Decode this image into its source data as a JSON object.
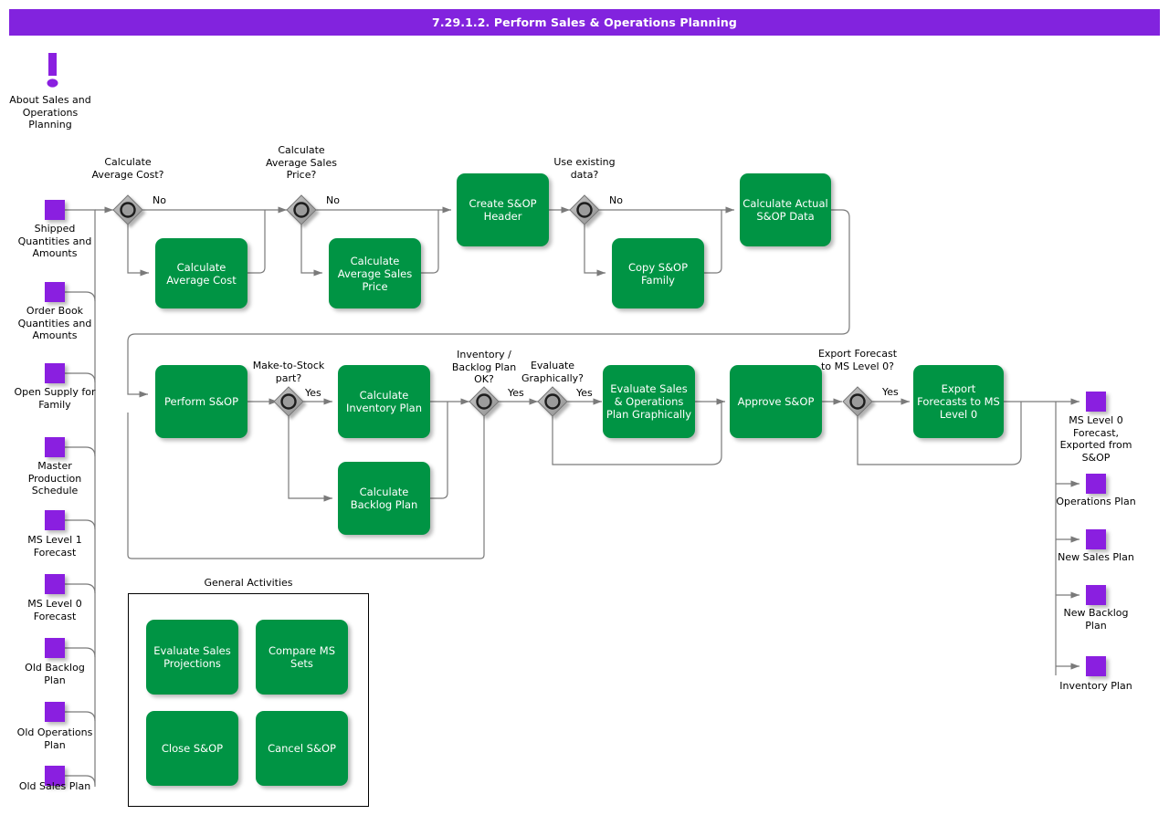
{
  "header": {
    "title": "7.29.1.2. Perform Sales & Operations Planning"
  },
  "colors": {
    "title_bar_purple": "#8223DE",
    "data_object_purple": "#8A1FE0",
    "task_green": "#009444",
    "gateway_gray": "#9B9B9B",
    "connector_gray": "#7A7A7A",
    "text_white": "#FFFFFF",
    "text_black": "#000000"
  },
  "note": {
    "icon": "exclamation-icon",
    "label": "About Sales and Operations Planning"
  },
  "inputs": [
    {
      "label": "Shipped Quantities and Amounts"
    },
    {
      "label": "Order Book Quantities and Amounts"
    },
    {
      "label": "Open Supply for Family"
    },
    {
      "label": "Master Production Schedule"
    },
    {
      "label": "MS Level 1 Forecast"
    },
    {
      "label": "MS Level 0 Forecast"
    },
    {
      "label": "Old Backlog Plan"
    },
    {
      "label": "Old Operations Plan"
    },
    {
      "label": "Old Sales Plan"
    }
  ],
  "outputs": [
    {
      "label": "MS Level 0 Forecast, Exported from S&OP"
    },
    {
      "label": "Operations Plan"
    },
    {
      "label": "New Sales Plan"
    },
    {
      "label": "New Backlog Plan"
    },
    {
      "label": "Inventory Plan"
    }
  ],
  "gateways": [
    {
      "id": "gw-average-cost",
      "label": "Calculate Average Cost?",
      "branch_label": "No"
    },
    {
      "id": "gw-average-sales-price",
      "label": "Calculate Average Sales Price?",
      "branch_label": "No"
    },
    {
      "id": "gw-use-existing-data",
      "label": "Use existing data?",
      "branch_label": "No"
    },
    {
      "id": "gw-make-to-stock",
      "label": "Make-to-Stock part?",
      "branch_label": "Yes"
    },
    {
      "id": "gw-inventory-backlog-ok",
      "label": "Inventory / Backlog Plan OK?",
      "branch_label": "Yes"
    },
    {
      "id": "gw-evaluate-graphically",
      "label": "Evaluate Graphically?",
      "branch_label": "Yes"
    },
    {
      "id": "gw-export-forecast",
      "label": "Export Forecast to MS Level 0?",
      "branch_label": "Yes"
    }
  ],
  "tasks": [
    {
      "id": "calculate-average-cost",
      "label": "Calculate Average Cost"
    },
    {
      "id": "calculate-average-sales-price",
      "label": "Calculate Average Sales Price"
    },
    {
      "id": "create-sop-header",
      "label": "Create S&OP Header"
    },
    {
      "id": "copy-sop-family",
      "label": "Copy S&OP Family"
    },
    {
      "id": "calculate-actual-sop-data",
      "label": "Calculate Actual S&OP Data"
    },
    {
      "id": "perform-sop",
      "label": "Perform S&OP"
    },
    {
      "id": "calculate-inventory-plan",
      "label": "Calculate Inventory Plan"
    },
    {
      "id": "calculate-backlog-plan",
      "label": "Calculate Backlog Plan"
    },
    {
      "id": "evaluate-sop-graphically",
      "label": "Evaluate Sales & Operations Plan Graphically"
    },
    {
      "id": "approve-sop",
      "label": "Approve S&OP"
    },
    {
      "id": "export-forecasts",
      "label": "Export Forecasts to MS Level 0"
    }
  ],
  "general_activities": {
    "title": "General Activities",
    "items": [
      {
        "id": "evaluate-sales-projections",
        "label": "Evaluate Sales Projections"
      },
      {
        "id": "compare-ms-sets",
        "label": "Compare MS Sets"
      },
      {
        "id": "close-sop",
        "label": "Close S&OP"
      },
      {
        "id": "cancel-sop",
        "label": "Cancel S&OP"
      }
    ]
  }
}
